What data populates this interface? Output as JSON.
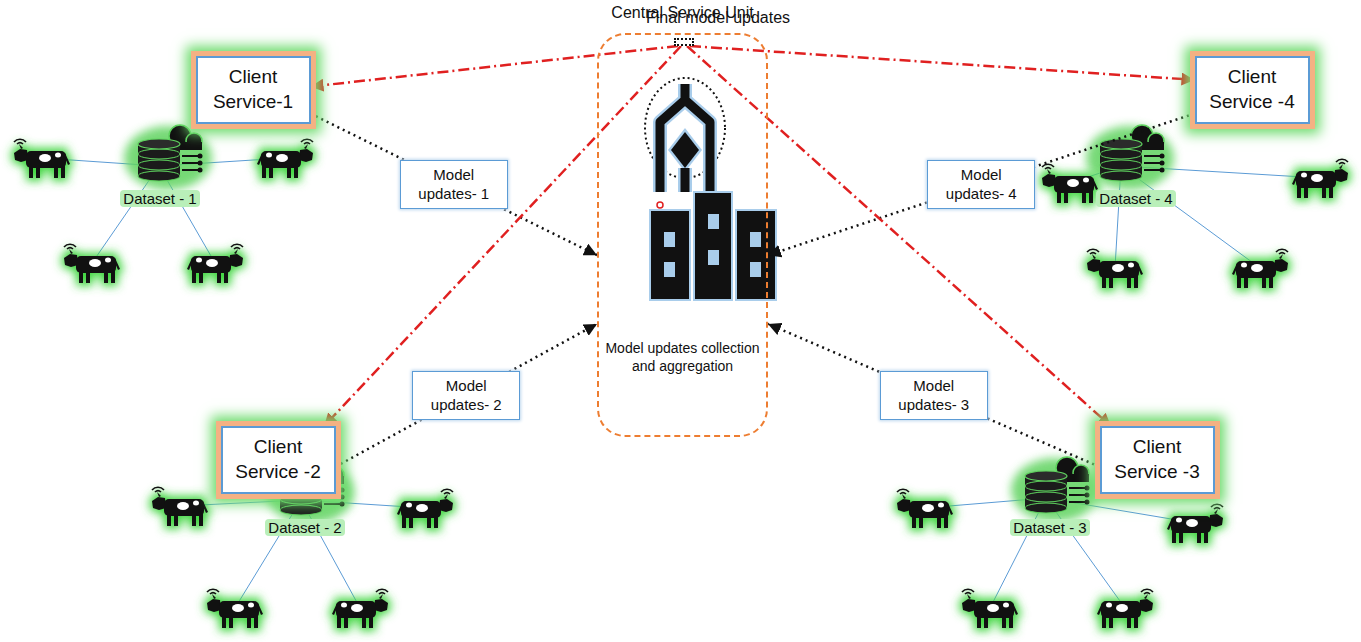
{
  "diagram": {
    "nodes": [
      {
        "text": [
          "Central Service Unit",
          "Model updates collection and aggregation"
        ]
      },
      {
        "text": [
          "Final model updates"
        ],
        "in": 0
      },
      {
        "text": [
          "Client Service-1"
        ]
      },
      {
        "text": [
          "Client Service -4"
        ]
      },
      {
        "text": [
          "Client Service -2"
        ]
      },
      {
        "text": [
          "Client Service -3"
        ]
      }
    ],
    "edges": [
      {
        "from": 2,
        "to": 0,
        "arrow": "to",
        "label": "Model updates- 1"
      },
      {
        "from": 3,
        "to": 0,
        "arrow": "to",
        "label": "Model updates- 4"
      },
      {
        "from": 4,
        "to": 0,
        "arrow": "to",
        "label": "Model updates- 2"
      },
      {
        "from": 5,
        "to": 0,
        "arrow": "to",
        "label": "Model updates- 3"
      },
      {
        "from": 1,
        "to": 2,
        "arrow": "to"
      },
      {
        "from": 1,
        "to": 3,
        "arrow": "to"
      },
      {
        "from": 1,
        "to": 4,
        "arrow": "to"
      },
      {
        "from": 1,
        "to": 5,
        "arrow": "to"
      }
    ],
    "labels": [
      "Dataset - 1",
      "Dataset - 4",
      "Dataset - 2",
      "Dataset - 3"
    ]
  }
}
